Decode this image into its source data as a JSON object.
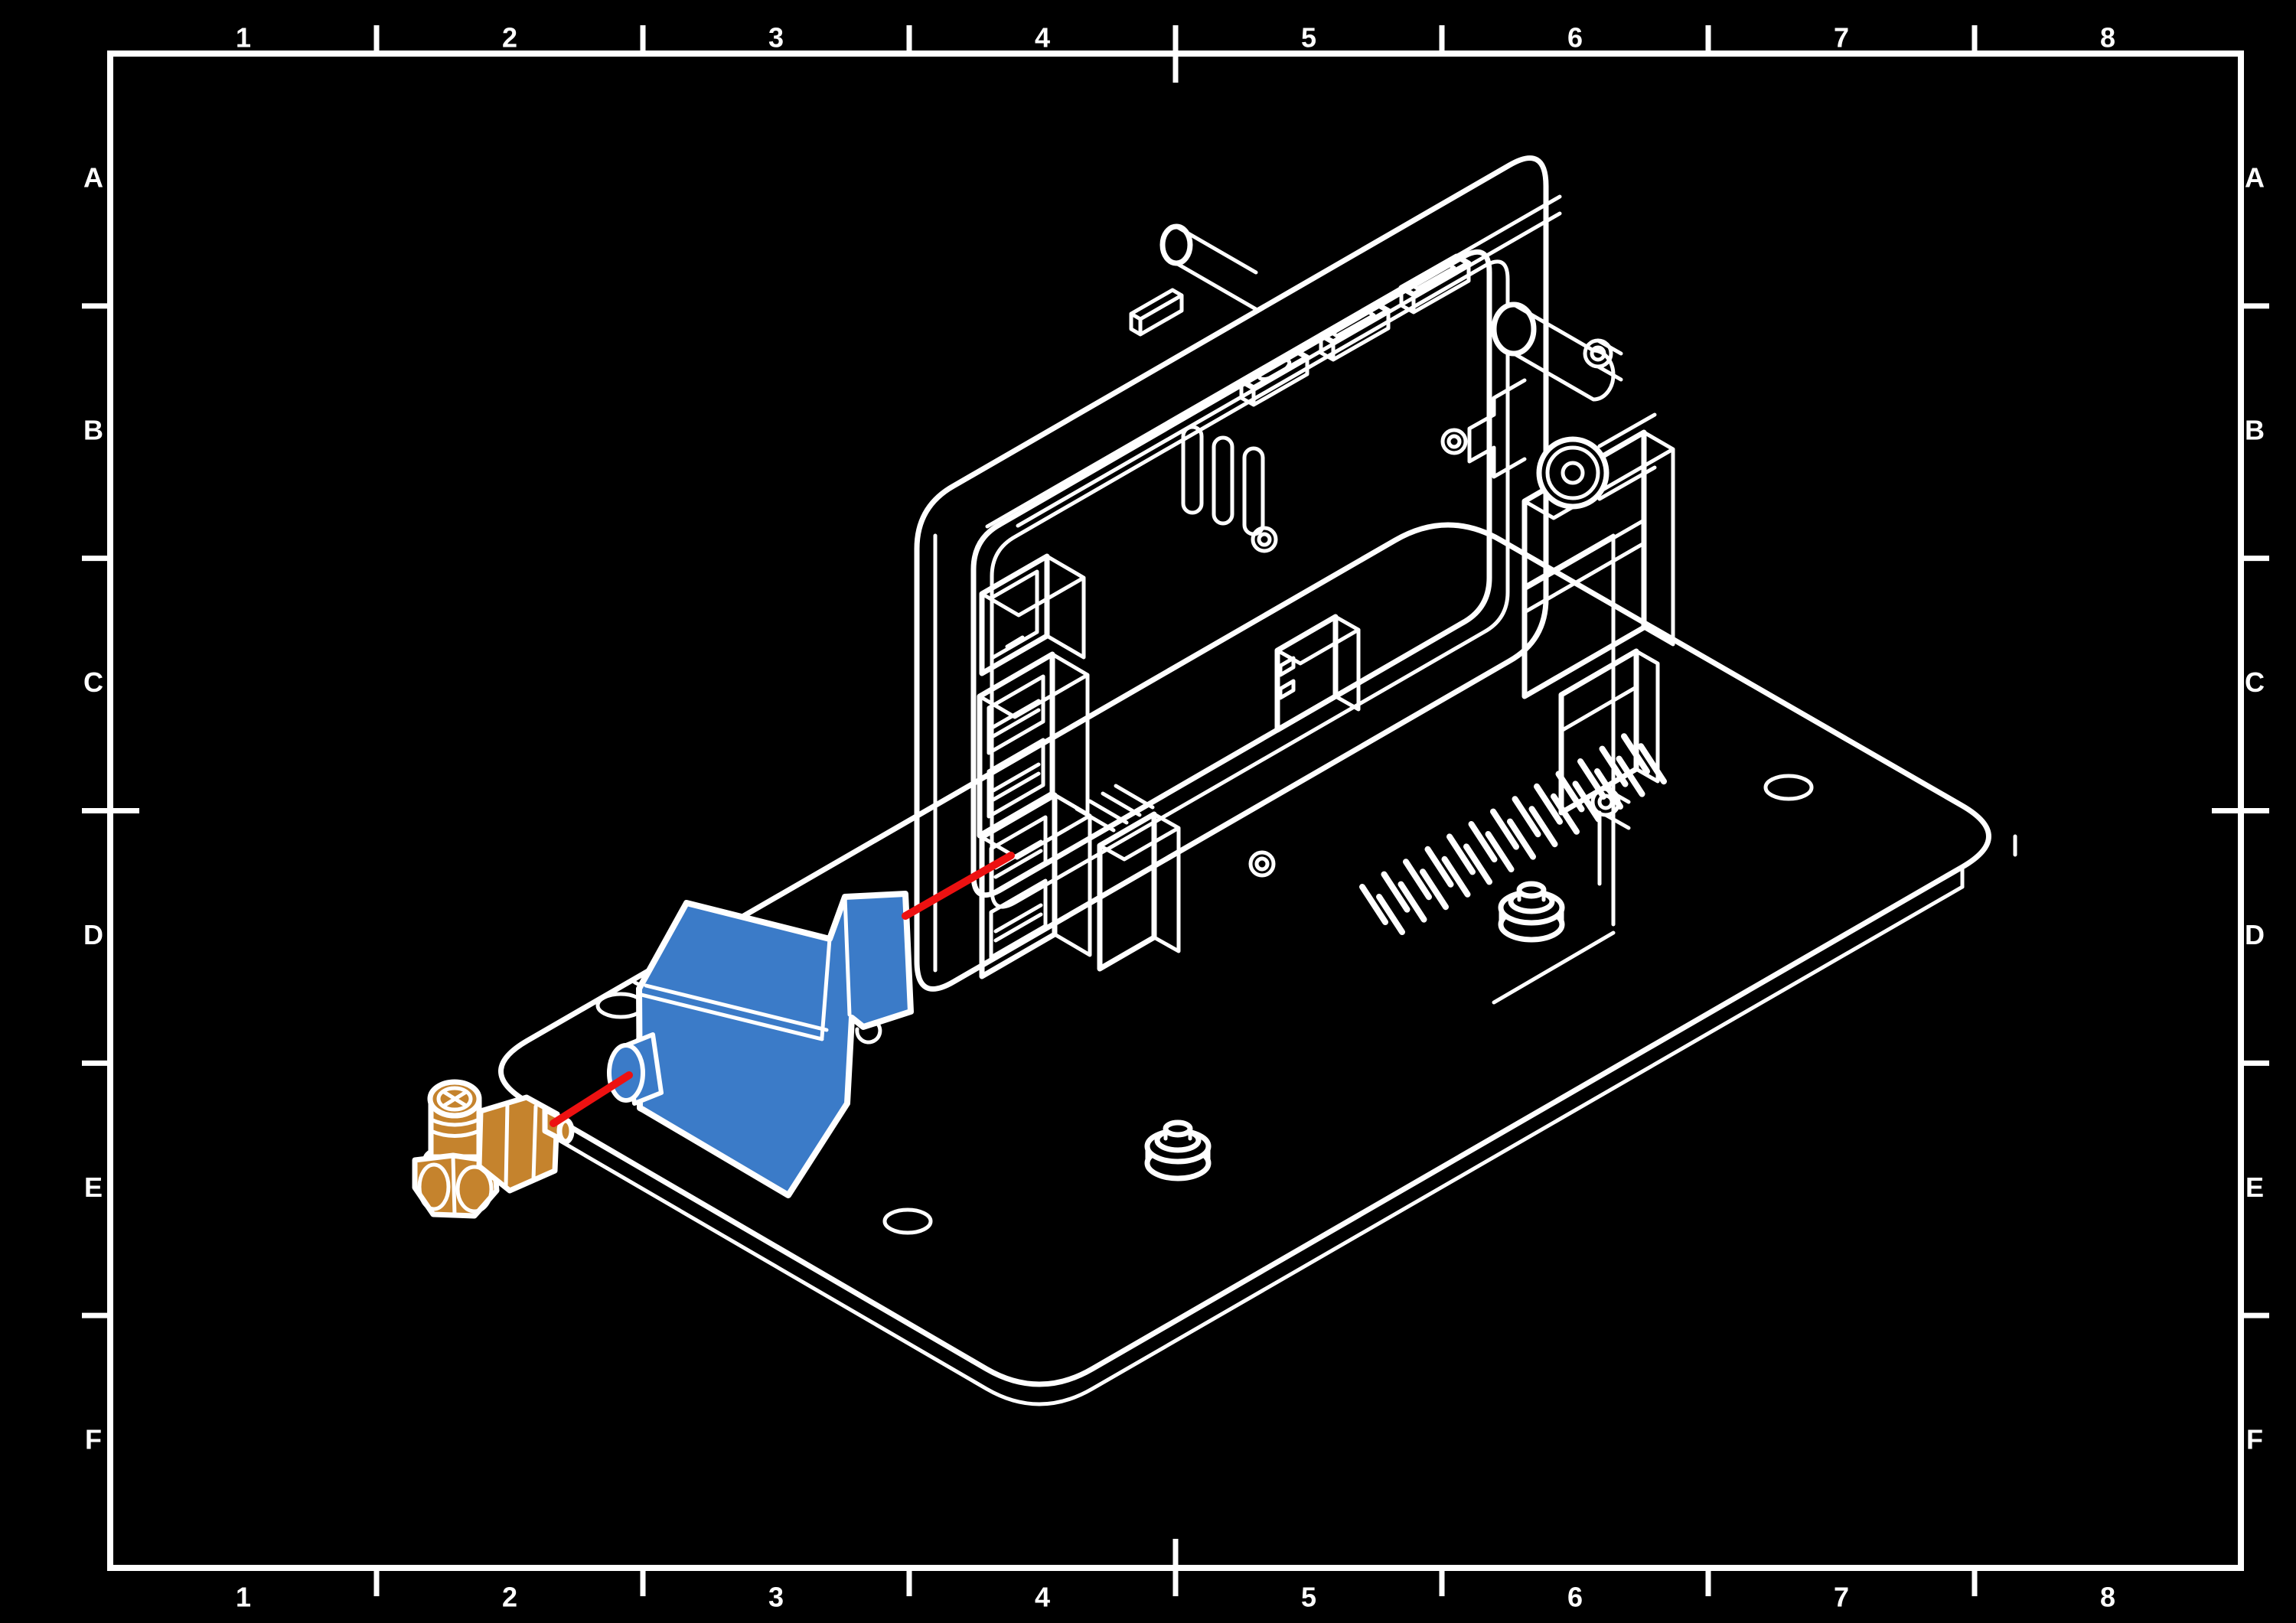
{
  "sheet": {
    "type": "technical-assembly-drawing",
    "background": "#000000",
    "line_color": "#FFFFFF"
  },
  "grid": {
    "columns": [
      "1",
      "2",
      "3",
      "4",
      "5",
      "6",
      "7",
      "8"
    ],
    "rows": [
      "A",
      "B",
      "C",
      "D",
      "E",
      "F"
    ]
  },
  "colors": {
    "highlight_blue": "#3B7BC8",
    "brass_orange": "#C5832D",
    "callout_red": "#ED1111"
  },
  "parts": [
    {
      "id": "base-plate",
      "style": "white-outline"
    },
    {
      "id": "bezel-frame",
      "style": "white-outline"
    },
    {
      "id": "sbc-board",
      "style": "white-outline"
    },
    {
      "id": "usb-flow-sensor",
      "style": "filled",
      "color": "#3B7BC8"
    },
    {
      "id": "pneumatic-elbow-fitting",
      "style": "filled",
      "color": "#C5832D"
    }
  ],
  "callouts": [
    {
      "id": "fitting-to-sensor",
      "color": "#ED1111"
    },
    {
      "id": "sensor-to-usb-port",
      "color": "#ED1111"
    }
  ]
}
